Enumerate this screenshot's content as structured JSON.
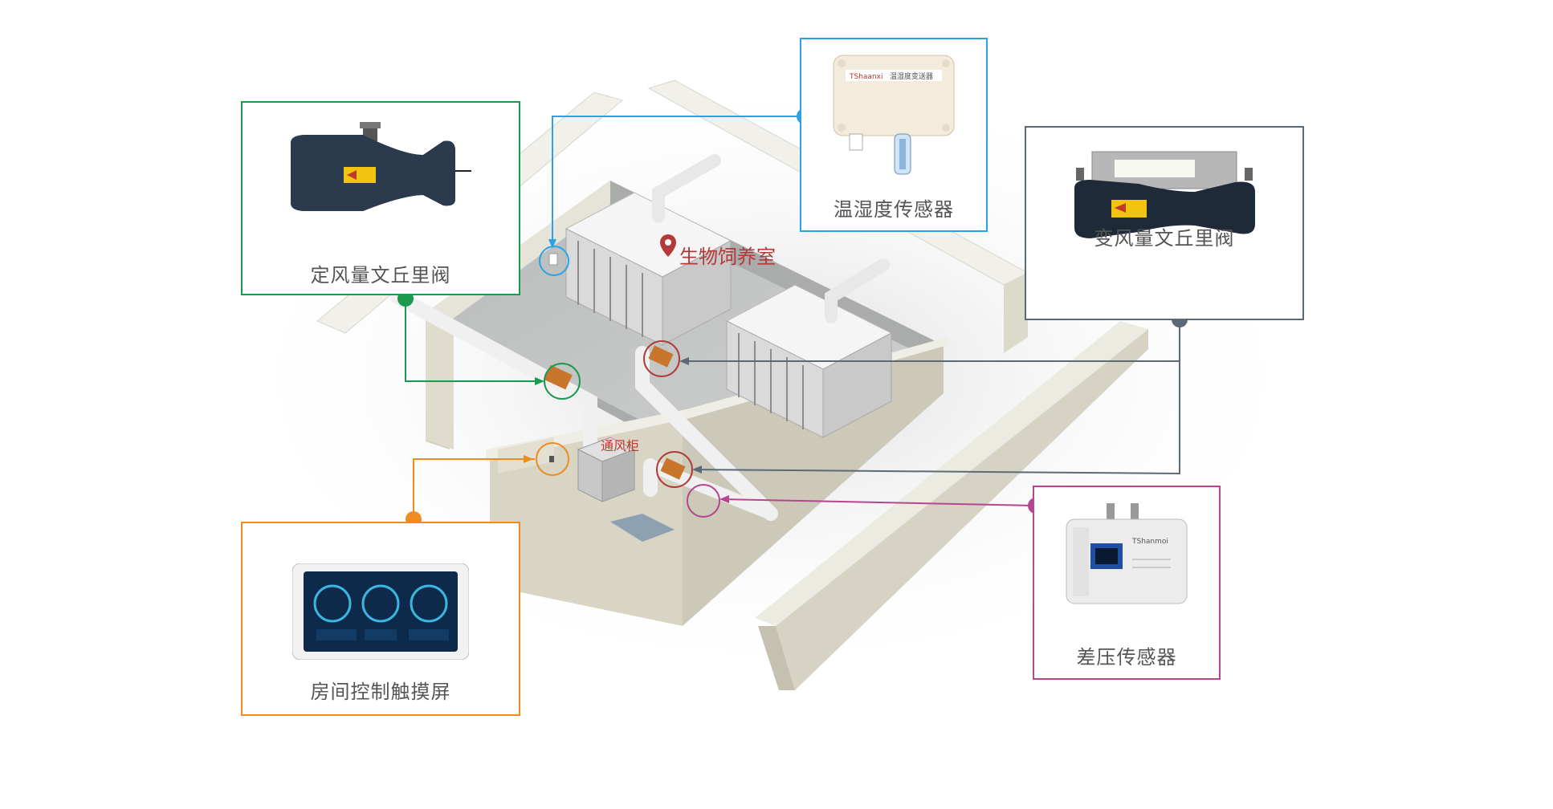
{
  "devices": {
    "fixed_valve": {
      "label": "定风量文丘里阀",
      "color": "#1a9a4e"
    },
    "th_sensor": {
      "label": "温湿度传感器",
      "color": "#29a3e3",
      "device_text": "温湿度变送器",
      "brand": "TShaanxi"
    },
    "variable_valve": {
      "label": "变风量文丘里阀",
      "color": "#5b6a76"
    },
    "dp_sensor": {
      "label": "差压传感器",
      "color": "#b5468f",
      "brand": "TShanmoi"
    },
    "touch_screen": {
      "label": "房间控制触摸屏",
      "color": "#ef8b1f"
    }
  },
  "rooms": {
    "breeding_room": "生物饲养室",
    "vent_cabinet": "通风柜"
  }
}
